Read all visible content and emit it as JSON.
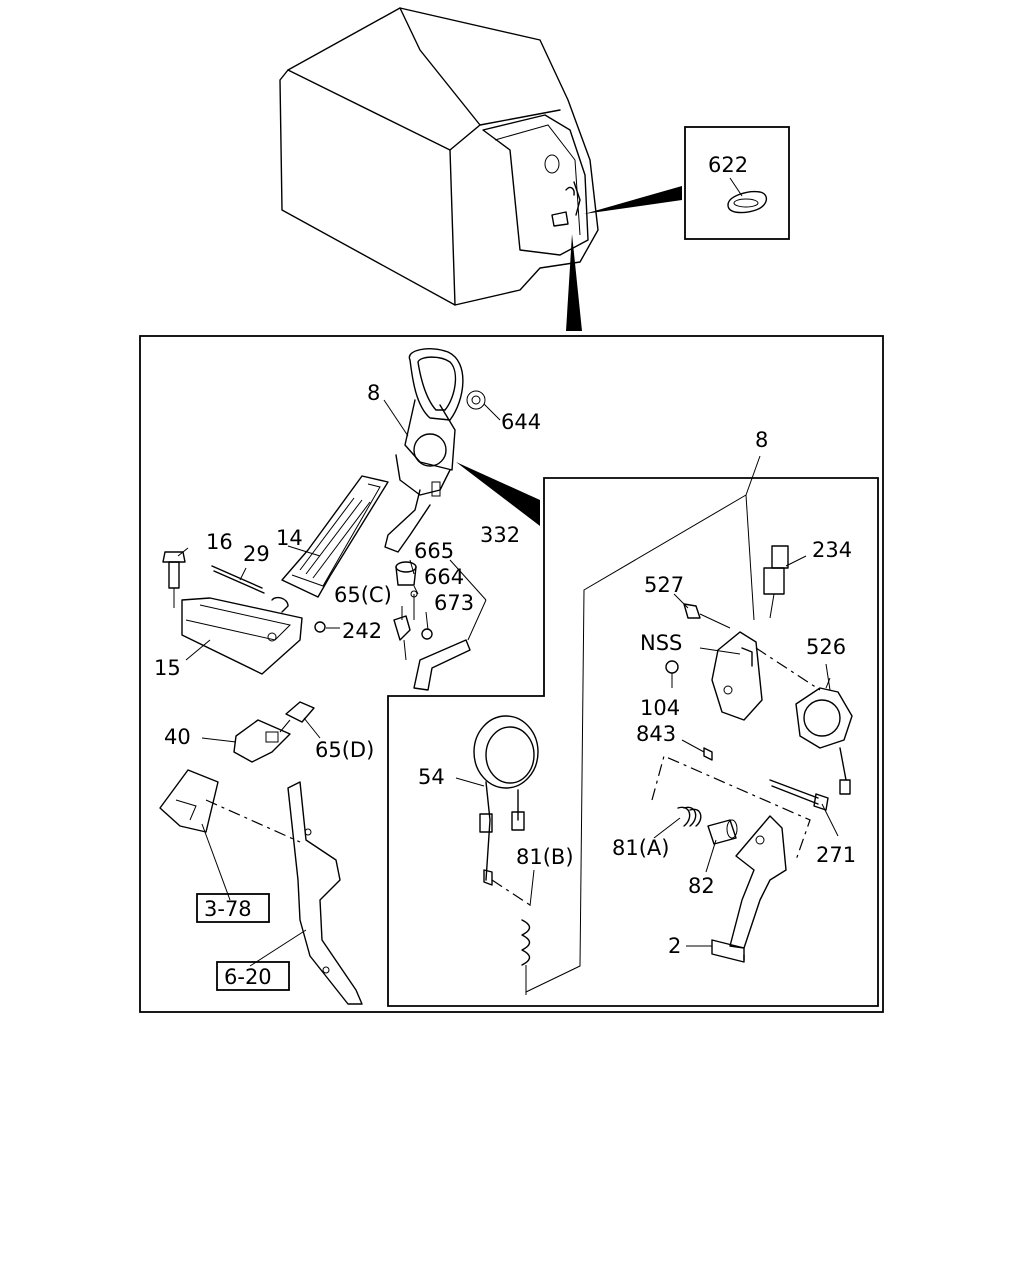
{
  "diagram": {
    "callouts": {
      "p622": "622",
      "p8_top": "8",
      "p644": "644",
      "p8_inset": "8",
      "p14": "14",
      "p16": "16",
      "p29": "29",
      "p665": "665",
      "p332": "332",
      "p664": "664",
      "p65c": "65(C)",
      "p673": "673",
      "p242": "242",
      "p15": "15",
      "p234": "234",
      "p527": "527",
      "pnss": "NSS",
      "p526": "526",
      "p104": "104",
      "p843": "843",
      "p40": "40",
      "p65d": "65(D)",
      "p54": "54",
      "p81b": "81(B)",
      "p81a": "81(A)",
      "p271": "271",
      "p82": "82",
      "p2": "2"
    },
    "references": {
      "ref_3_78": "3-78",
      "ref_6_20": "6-20"
    }
  }
}
